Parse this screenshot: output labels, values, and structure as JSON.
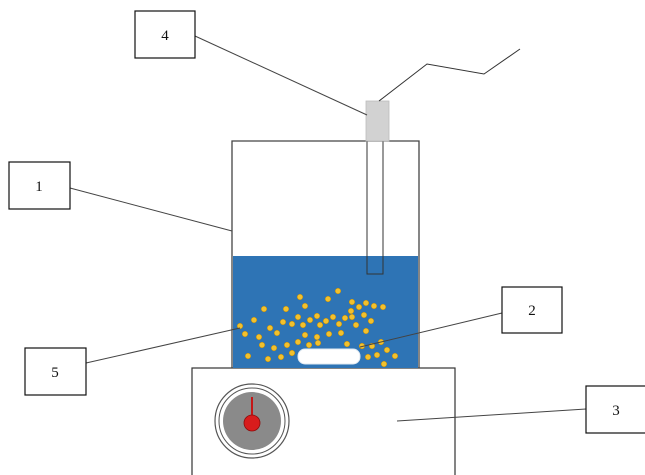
{
  "labels": {
    "vessel": "1",
    "stir_bar": "2",
    "stirrer": "3",
    "probe": "4",
    "particles": "5"
  },
  "colors": {
    "liquid": "#2e74b5",
    "particle": "#f2c12e",
    "probe_head": "#d2d2d2",
    "dial_outer": "#8a8a8a",
    "dial_knob": "#d81c1c",
    "stir_bar": "#ffffff"
  }
}
